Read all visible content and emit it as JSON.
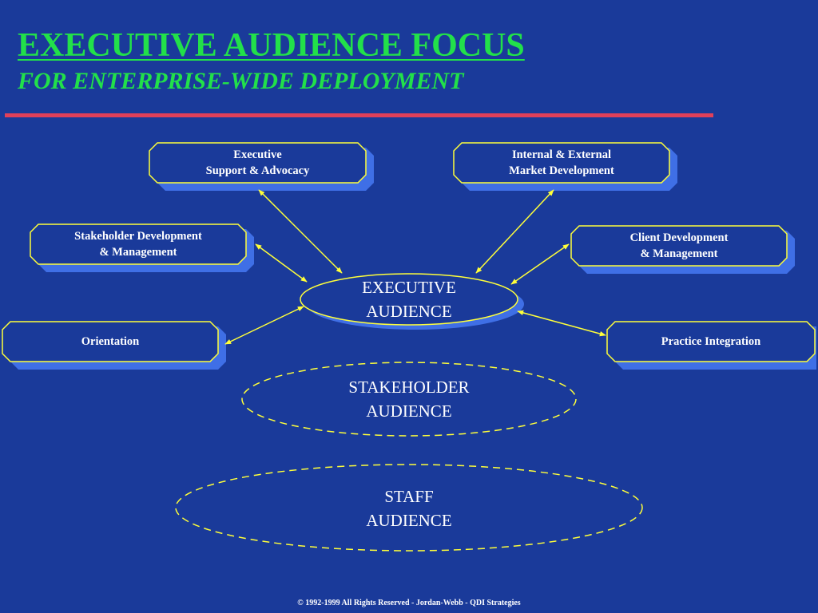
{
  "slide": {
    "title": "EXECUTIVE AUDIENCE FOCUS",
    "subtitle": "FOR ENTERPRISE-WIDE DEPLOYMENT",
    "footer": "© 1992-1999 All Rights Reserved - Jordan-Webb - QDI Strategies"
  },
  "diagram": {
    "center": "EXECUTIVE\nAUDIENCE",
    "boxes": [
      "Executive\nSupport & Advocacy",
      "Internal & External\nMarket Development",
      "Stakeholder Development\n& Management",
      "Client Development\n& Management",
      "Orientation",
      "Practice Integration"
    ],
    "stakeholder": "STAKEHOLDER\nAUDIENCE",
    "staff": "STAFF\nAUDIENCE"
  },
  "colors": {
    "background": "#1a3a9a",
    "title_text": "#22e04a",
    "rule": "#e0405a",
    "box_fill": "#1a3a9a",
    "box_shadow": "#3f6fe6",
    "outline_and_arrows": "#ffff3a",
    "text": "#ffffff"
  }
}
